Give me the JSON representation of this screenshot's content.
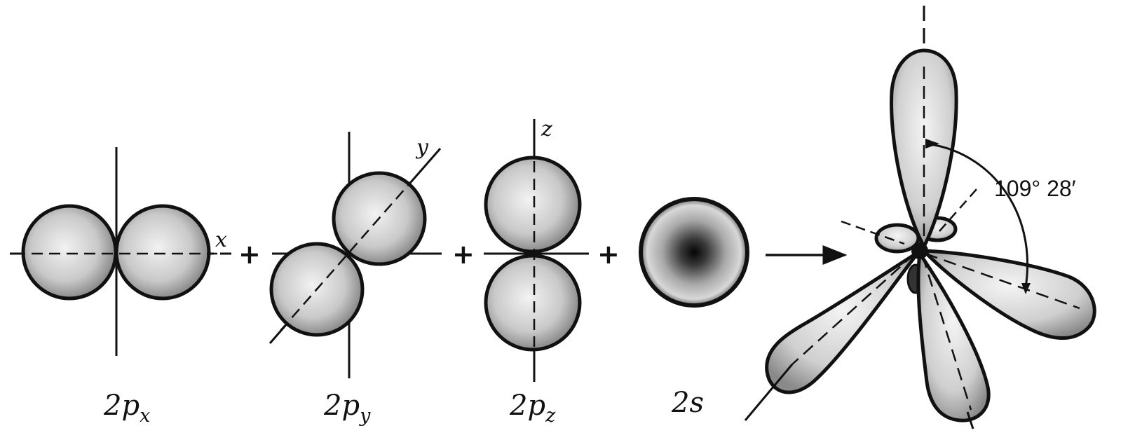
{
  "orbitals": [
    {
      "id": "2px",
      "main": "2p",
      "sub": "x",
      "axis": "x"
    },
    {
      "id": "2py",
      "main": "2p",
      "sub": "y",
      "axis": "y"
    },
    {
      "id": "2pz",
      "main": "2p",
      "sub": "z",
      "axis": "z"
    },
    {
      "id": "2s",
      "main": "2s",
      "sub": ""
    }
  ],
  "operators": [
    "+",
    "+",
    "+"
  ],
  "result": {
    "angle_label": "109° 28′"
  },
  "colors": {
    "ink": "#111111",
    "background": "#ffffff"
  }
}
